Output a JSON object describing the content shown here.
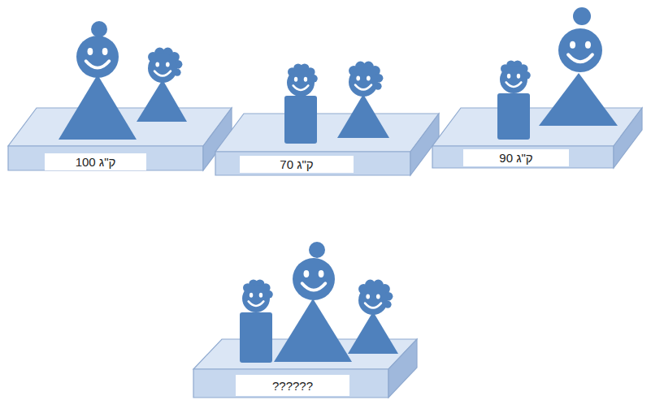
{
  "diagram": {
    "nodes": [
      {
        "text": [
          "100 ק\"ג"
        ]
      },
      {
        "text": [
          "70 ק\"ג"
        ]
      },
      {
        "text": [
          "90 ק\"ג"
        ]
      },
      {
        "text": [
          "??????"
        ]
      }
    ]
  }
}
